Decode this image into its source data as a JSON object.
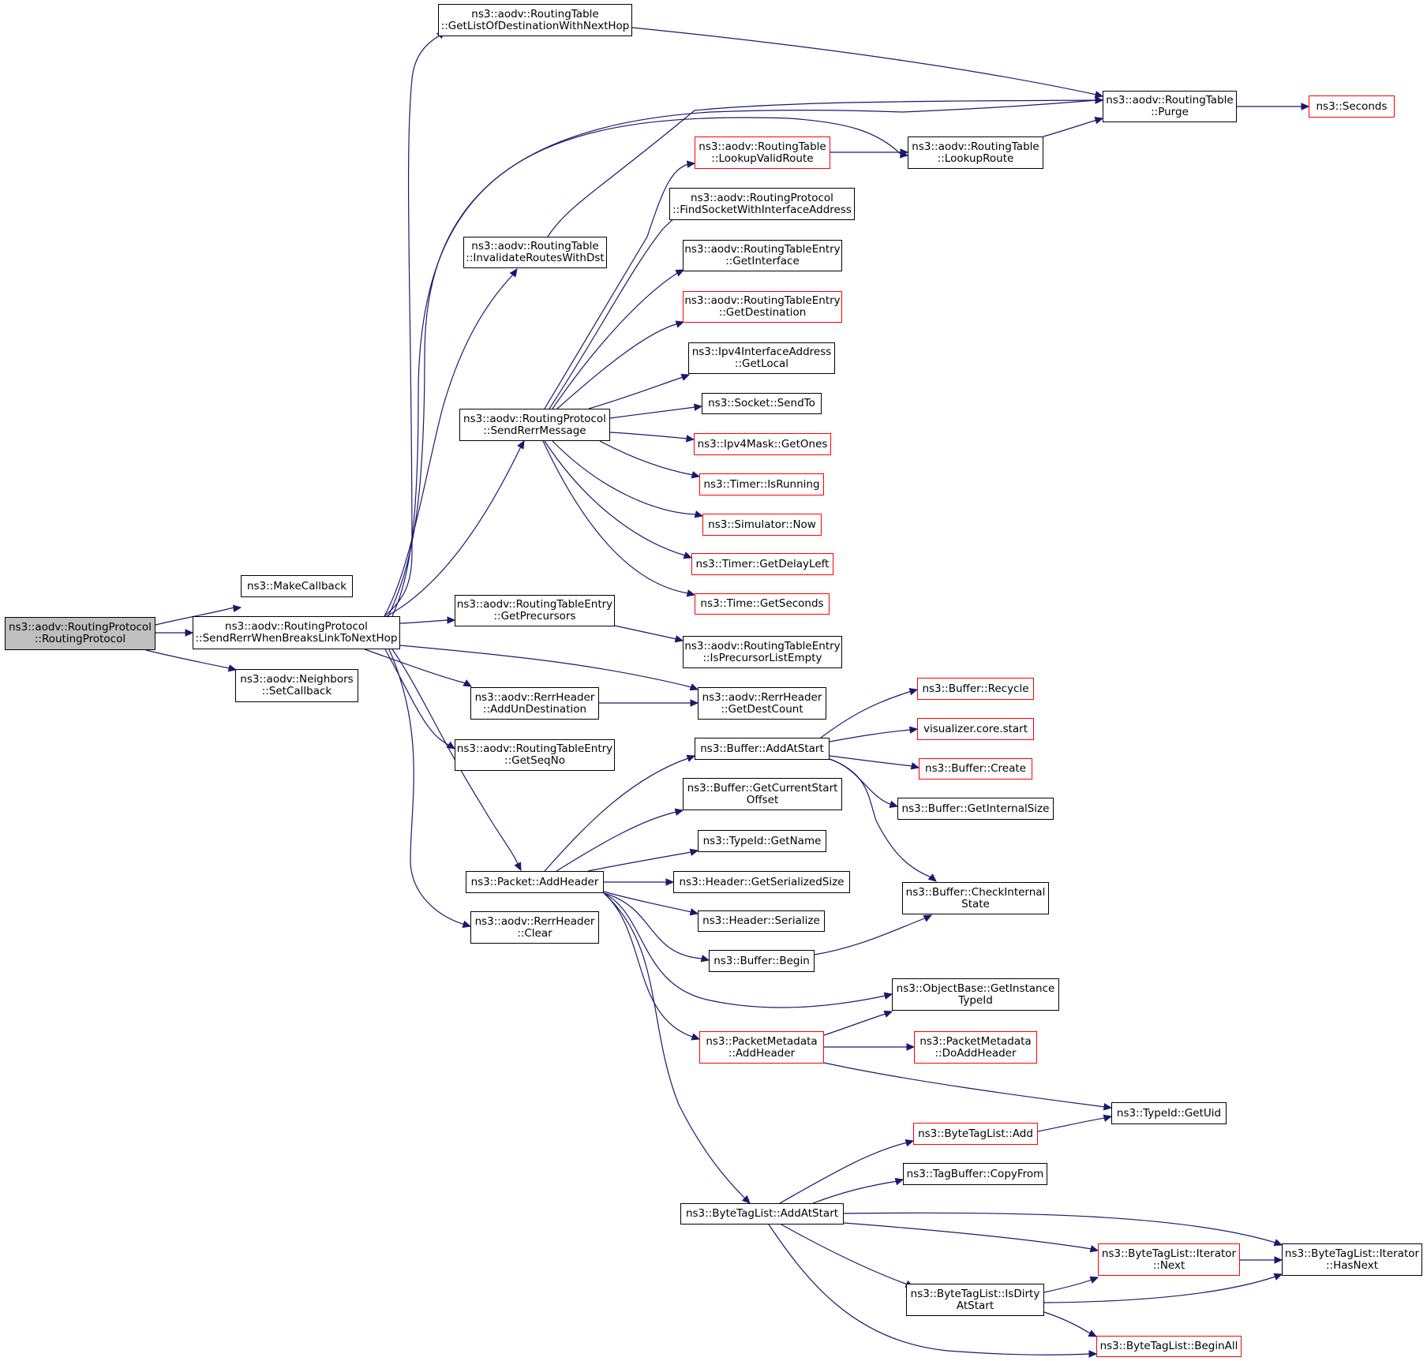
{
  "colors": {
    "edge": "#191970",
    "node_border": "#000000",
    "truncated_border": "#ff0000",
    "root_fill": "#bfbfbf"
  },
  "nodes": {
    "routing_protocol_ctor": "ns3::aodv::RoutingProtocol\n::RoutingProtocol",
    "make_callback": "ns3::MakeCallback",
    "send_rerr_when_breaks": "ns3::aodv::RoutingProtocol\n::SendRerrWhenBreaksLinkToNextHop",
    "neighbors_set_callback": "ns3::aodv::Neighbors\n::SetCallback",
    "get_list_of_destination": "ns3::aodv::RoutingTable\n::GetListOfDestinationWithNextHop",
    "routing_table_purge": "ns3::aodv::RoutingTable\n::Purge",
    "seconds": "ns3::Seconds",
    "lookup_valid_route": "ns3::aodv::RoutingTable\n::LookupValidRoute",
    "lookup_route": "ns3::aodv::RoutingTable\n::LookupRoute",
    "find_socket": "ns3::aodv::RoutingProtocol\n::FindSocketWithInterfaceAddress",
    "invalidate_routes": "ns3::aodv::RoutingTable\n::InvalidateRoutesWithDst",
    "rte_get_interface": "ns3::aodv::RoutingTableEntry\n::GetInterface",
    "rte_get_destination": "ns3::aodv::RoutingTableEntry\n::GetDestination",
    "ipv4_get_local": "ns3::Ipv4InterfaceAddress\n::GetLocal",
    "send_rerr_message": "ns3::aodv::RoutingProtocol\n::SendRerrMessage",
    "socket_send_to": "ns3::Socket::SendTo",
    "ipv4mask_get_ones": "ns3::Ipv4Mask::GetOnes",
    "timer_is_running": "ns3::Timer::IsRunning",
    "simulator_now": "ns3::Simulator::Now",
    "timer_get_delay_left": "ns3::Timer::GetDelayLeft",
    "time_get_seconds": "ns3::Time::GetSeconds",
    "rte_get_precursors": "ns3::aodv::RoutingTableEntry\n::GetPrecursors",
    "rte_is_precursor_list_empty": "ns3::aodv::RoutingTableEntry\n::IsPrecursorListEmpty",
    "rerr_add_un_destination": "ns3::aodv::RerrHeader\n::AddUnDestination",
    "rerr_get_dest_count": "ns3::aodv::RerrHeader\n::GetDestCount",
    "rte_get_seq_no": "ns3::aodv::RoutingTableEntry\n::GetSeqNo",
    "buffer_recycle": "ns3::Buffer::Recycle",
    "visualizer_core_start": "visualizer.core.start",
    "buffer_add_at_start": "ns3::Buffer::AddAtStart",
    "buffer_create": "ns3::Buffer::Create",
    "buffer_get_current_start_offset": "ns3::Buffer::GetCurrentStart\nOffset",
    "buffer_get_internal_size": "ns3::Buffer::GetInternalSize",
    "typeid_get_name": "ns3::TypeId::GetName",
    "packet_add_header": "ns3::Packet::AddHeader",
    "header_get_serialized_size": "ns3::Header::GetSerializedSize",
    "buffer_check_internal_state": "ns3::Buffer::CheckInternal\nState",
    "rerr_clear": "ns3::aodv::RerrHeader\n::Clear",
    "header_serialize": "ns3::Header::Serialize",
    "buffer_begin": "ns3::Buffer::Begin",
    "objectbase_get_instance_typeid": "ns3::ObjectBase::GetInstance\nTypeId",
    "packet_metadata_add_header": "ns3::PacketMetadata\n::AddHeader",
    "packet_metadata_do_add_header": "ns3::PacketMetadata\n::DoAddHeader",
    "typeid_get_uid": "ns3::TypeId::GetUid",
    "bytetaglist_add": "ns3::ByteTagList::Add",
    "tagbuffer_copy_from": "ns3::TagBuffer::CopyFrom",
    "bytetaglist_add_at_start": "ns3::ByteTagList::AddAtStart",
    "bytetaglist_iterator_next": "ns3::ByteTagList::Iterator\n::Next",
    "bytetaglist_iterator_has_next": "ns3::ByteTagList::Iterator\n::HasNext",
    "bytetaglist_is_dirty_at_start": "ns3::ByteTagList::IsDirty\nAtStart",
    "bytetaglist_begin_all": "ns3::ByteTagList::BeginAll"
  }
}
